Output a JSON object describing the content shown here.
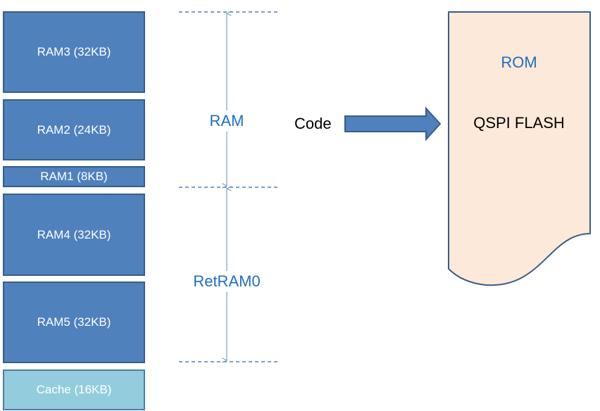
{
  "memory_blocks": [
    {
      "label": "RAM3 (32KB)"
    },
    {
      "label": "RAM2 (24KB)"
    },
    {
      "label": "RAM1 (8KB)"
    },
    {
      "label": "RAM4 (32KB)"
    },
    {
      "label": "RAM5 (32KB)"
    },
    {
      "label": "Cache (16KB)"
    }
  ],
  "regions": {
    "ram_label": "RAM",
    "retram_label": "RetRAM0"
  },
  "arrow": {
    "label": "Code"
  },
  "rom": {
    "title": "ROM",
    "text": "QSPI FLASH"
  },
  "colors": {
    "ram_block": "#4f81bd",
    "cache_block": "#93cddd",
    "region_label": "#1f6fbf",
    "rom_fill": "#fde9d9"
  }
}
